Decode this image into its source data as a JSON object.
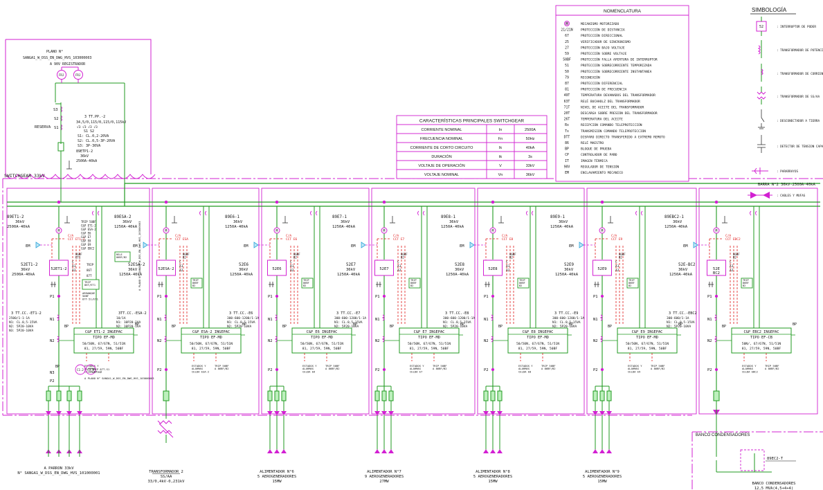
{
  "bus": {
    "switchgear_label": "SWITCHGEAR 33kV",
    "barra_label": "BARRA N°2 36kV-2500A-40kA"
  },
  "plano": {
    "title": "PLANO N°",
    "ref": "SANGA1_W_DSS_EN_DWG_HVS_103000003",
    "regs": "A 90V  REGISTRADOR",
    "meter1": "FRJ",
    "meter2": "FRJ",
    "s3": "S3",
    "s2": "S2",
    "s1": "S1",
    "reserva": "RESERVA",
    "tt_title": "3 TT.PP.-2",
    "tt_ratio": "34,5/0,115/0,115/0,115kV",
    "tt_sqrt": "√3   √3   √3   √3",
    "tt_s": "S1        S2",
    "tt_s1": "S1: CL.0,2-20VA",
    "tt_s2": "S2: CL.0,5-3P-20VA",
    "tt_s3": "S3: 3P-30VA",
    "sw_id": "89ETP1-2",
    "sw_v": "36kV",
    "sw_i": "2500A-40kA"
  },
  "characteristics": {
    "title": "CARACTERÍSTICAS PRINCIPALES SWITCHGEAR",
    "rows": [
      [
        "CORRIENTE NOMINAL",
        "In",
        "2500A"
      ],
      [
        "FRECUENCIA NOMINAL",
        "Fn",
        "50Hz"
      ],
      [
        "CORRIENTE DE CORTO CIRCUITO",
        "Ik",
        "40kA"
      ],
      [
        "DURACIÓN",
        "tk",
        "3s"
      ],
      [
        "VOLTAJE DE OPERACIÓN",
        "V",
        "33kV"
      ],
      [
        "VOLTAJE NOMINAL",
        "Vn",
        "36kV"
      ]
    ]
  },
  "nomenclature": {
    "title": "NOMENCLATURA",
    "rows": [
      [
        "M",
        "MECANISMO MOTORIZADO"
      ],
      [
        "21/21N",
        "PROTECCIÓN DE DISTANCIA"
      ],
      [
        "67",
        "PROTECCIÓN DIRECCIONAL"
      ],
      [
        "25",
        "VERIFICADOR DE SINCRONISMO"
      ],
      [
        "27",
        "PROTECCIÓN BAJO VOLTAJE"
      ],
      [
        "59",
        "PROTECCIÓN SOBRE VOLTAJE"
      ],
      [
        "50BF",
        "PROTECCIÓN FALLA APERTURA DE INTERRUPTOR"
      ],
      [
        "51",
        "PROTECCIÓN SOBRECORRIENTE TEMPORIZADA"
      ],
      [
        "50",
        "PROTECCIÓN SOBRECORRIENTE INSTANTANEA"
      ],
      [
        "79",
        "RECONEXIÓN"
      ],
      [
        "87",
        "PROTECCIÓN DIFERENCIAL"
      ],
      [
        "81",
        "PROTECCIÓN DE FRECUENCIA"
      ],
      [
        "49T",
        "TEMPERATURA DEVANADOS DEL TRANSFORMADOR"
      ],
      [
        "63T",
        "RELÉ BUCHHOLZ DEL TRANSFORMADOR"
      ],
      [
        "71T",
        "NIVEL DE ACEITE DEL TRANSFORMADOR"
      ],
      [
        "20T",
        "DESCARGA SOBRE PRESIÓN DEL TRANSFORMADOR"
      ],
      [
        "26T",
        "TEMPERATURA DEL ACEITE"
      ],
      [
        "Rx",
        "RECEPCIÓN COMANDO TELEPROTECCIÓN"
      ],
      [
        "Tx",
        "TRANSMISIÓN COMANDO TELEPROTECCIÓN"
      ],
      [
        "DTT",
        "DISPARO DIRECTO TRANSFERIDO A EXTREMO REMOTO"
      ],
      [
        "86",
        "RELÉ MAESTRO"
      ],
      [
        "BP",
        "BLOQUE DE PRUEBA"
      ],
      [
        "CP",
        "CONTROLADOR DE PAÑO"
      ],
      [
        "IT",
        "IMAGEN TÉRMICA"
      ],
      [
        "90V",
        "REGULADOR DE TENSIÓN"
      ],
      [
        "EM",
        "ENCLAVAMIENTO MECANICO"
      ]
    ]
  },
  "symbology": {
    "title": "SIMBOLOGÍA",
    "items": [
      {
        "sym": "52",
        "label": ": INTERRUPTOR DE PODER"
      },
      {
        "sym": "",
        "label": ": TRANSFORMADOR DE POTENCIAL"
      },
      {
        "sym": "",
        "label": ": TRANSFORMADOR DE CORRIENTE"
      },
      {
        "sym": "",
        "label": ": TRANSFORMADOR DE SS/AA"
      },
      {
        "sym": "",
        "label": ": DESCONECTADOR A TIERRA"
      },
      {
        "sym": "",
        "label": ": DETECTOR DE TENSION CAPACITIVA"
      },
      {
        "sym": "",
        "label": ": PARARRAYOS"
      },
      {
        "sym": "",
        "label": ": CABLES Y MUFAS"
      }
    ]
  },
  "cells": [
    {
      "sw_id": "89ET1-2",
      "sw_v": "36kV",
      "sw_i": "2500A-40kA",
      "cb_label": "52ET1-2",
      "cb_v": "36kV",
      "cb_i": "2500A-40kA",
      "cb_box": "52ET1-2",
      "ca": "C/A\nCCT ET1-2",
      "tt_title": "3 TT.CC.-ET1-2",
      "tt_ratio": "2500/1-1-1A",
      "tt_n1": "N1: CL.0,5-15VA",
      "tt_n2": "N2: 5P20-10VA",
      "tt_n3": "N3: 5P20-10VA",
      "relay_title": "C&P ET1-2 INGEPAC",
      "relay_type": "TIPO EF-MD",
      "relay_funcs1": "50/50N, 67/67N, 51/51N",
      "relay_funcs2": "81, 27/59, 59N, 50BF",
      "trip_labels": [
        "TRIP 50BF",
        "C&P ET1-2",
        "C&P ESA-2",
        "C&P E6",
        "C&P E7",
        "C&P E8",
        "C&P E9",
        "C&P EBC2"
      ],
      "rele_box": "RELE\n86BF/B2",
      "trip_mid": [
        "TRIP",
        "86T",
        "87T"
      ],
      "trip_box": "TRIP\n86T/ET1",
      "arranque": "ARRANQUE\n50BF\n87T-51/ET1",
      "extra_trip": "TRIP 87T-S1\n86T-S2",
      "estados": "ESTADOS Y\nALARMAS\nCELDA ET1-2",
      "plano_ref": "A PLANO N° SANGA1_W_DSS_EN_DWG_HVS_103000003",
      "plano_ref_vert": "A PLANO N° SANGA1_W_DSS_EN_DWG_HVS_103000003",
      "c1": "C1.2",
      "c2": "C3.2",
      "bottom1": "A PARRON 33kV",
      "bottom2": "N° SANGA1_W_DSS_EN_DWG_HVS_101000001",
      "bottom3": ""
    },
    {
      "sw_id": "89ESA-2",
      "sw_v": "36kV",
      "sw_i": "1250A-40kA",
      "cb_label": "52ESA-2",
      "cb_v": "36kV",
      "cb_i": "1250A-40kA",
      "cb_box": "52ESA-2",
      "ca": "C/A\nCCT ESA",
      "tt_title": "3TT.CC.-ESA-2",
      "tt_ratio": "10/1A",
      "tt_n1": "N1: 10P20-1VA",
      "tt_n2": "N2: 10P20-1VA",
      "tt_n3": "",
      "relay_title": "C&P ESA-2 INGEPAC",
      "relay_type": "TIPO EF-MD",
      "relay_funcs1": "50/50N, 67/67N, 51/51N",
      "relay_funcs2": "81, 27/59, 59N, 50BF",
      "trip_labels": [],
      "rele_box": "",
      "trip_mid": [],
      "trip_box": "TRIP\n86BF\nB2",
      "arranque": "",
      "extra_trip": "",
      "estados": "ESTADOS Y\nALARMAS\nCELDA ESA-2",
      "trip_50bf": "TRIP 50BF\nA 86BF/B2",
      "plano_ref": "",
      "plano_ref_vert": "",
      "c1": "",
      "c2": "",
      "bottom1": "TRANSFORMADOR 2",
      "bottom2": "SS/AA",
      "bottom3": "33/0,4kV-0,231kV"
    },
    {
      "sw_id": "89E6-1",
      "sw_v": "36kV",
      "sw_i": "1250A-40kA",
      "cb_label": "52E6",
      "cb_v": "36kV",
      "cb_i": "1250A-40kA",
      "cb_box": "52E6",
      "ca": "C/A\nCCT E6",
      "tt_title": "3 TT.CC.-E6",
      "tt_ratio": "300-600-1200/1-1A",
      "tt_n1": "N1: CL.0,5-15VA",
      "tt_n2": "N2: 5P20-10VA",
      "tt_n3": "",
      "relay_title": "C&P E6 INGEPAC",
      "relay_type": "TIPO EF-MD",
      "relay_funcs1": "50/50N, 67/67N, 51/51N",
      "relay_funcs2": "81, 27/59, 59N, 50BF",
      "trip_labels": [],
      "rele_box": "",
      "trip_mid": [],
      "trip_box": "TRIP\n86BF\nB2",
      "arranque": "",
      "extra_trip": "",
      "estados": "ESTADOS Y\nALARMAS\nCELDA E6",
      "trip_50bf": "TRIP 50BF\nA 86BF/B2",
      "plano_ref": "",
      "plano_ref_vert": "",
      "c1": "",
      "c2": "",
      "bottom1": "ALIMENTADOR N°6",
      "bottom2": "5 AEROGENERADORES",
      "bottom3": "15MW"
    },
    {
      "sw_id": "89E7-1",
      "sw_v": "36kV",
      "sw_i": "1250A-40kA",
      "cb_label": "52E7",
      "cb_v": "36kV",
      "cb_i": "1250A-40kA",
      "cb_box": "52E7",
      "ca": "C/A\nCCT E7",
      "tt_title": "3 TT.CC.-E7",
      "tt_ratio": "300-600-1200/1-1A",
      "tt_n1": "N1: CL.0,5-15VA",
      "tt_n2": "N2: 5P20-10VA",
      "tt_n3": "",
      "relay_title": "C&P E7 INGEPAC",
      "relay_type": "TIPO EF-MD",
      "relay_funcs1": "50/50N, 67/67N, 51/51N",
      "relay_funcs2": "81, 27/59, 59N, 50BF",
      "trip_labels": [],
      "rele_box": "",
      "trip_mid": [],
      "trip_box": "TRIP\n86BF\nB2",
      "arranque": "",
      "extra_trip": "",
      "estados": "ESTADOS Y\nALARMAS\nCELDA E7",
      "trip_50bf": "TRIP 50BF\nA 86BF/B2",
      "plano_ref": "",
      "plano_ref_vert": "",
      "c1": "",
      "c2": "",
      "bottom1": "ALIMENTADOR N°7",
      "bottom2": "9 AEROGENERADORES",
      "bottom3": "27MW"
    },
    {
      "sw_id": "89E8-1",
      "sw_v": "36kV",
      "sw_i": "1250A-40kA",
      "cb_label": "52E8",
      "cb_v": "36kV",
      "cb_i": "1250A-40kA",
      "cb_box": "52E8",
      "ca": "C/A\nCCT E8",
      "tt_title": "3 TT.CC.-E8",
      "tt_ratio": "300-600-1200/1-1A",
      "tt_n1": "N1: CL.0,5-15VA",
      "tt_n2": "N2: 5P20-10VA",
      "tt_n3": "",
      "relay_title": "C&P E8 INGEPAC",
      "relay_type": "TIPO EF-MD",
      "relay_funcs1": "50/50N, 67/67N, 51/51N",
      "relay_funcs2": "81, 27/59, 59N, 50BF",
      "trip_labels": [],
      "rele_box": "",
      "trip_mid": [],
      "trip_box": "TRIP\n86BF\nB2",
      "arranque": "",
      "extra_trip": "",
      "estados": "ESTADOS Y\nALARMAS\nCELDA E8",
      "trip_50bf": "TRIP 50BF\nA 86BF/B2",
      "plano_ref": "",
      "plano_ref_vert": "",
      "c1": "",
      "c2": "",
      "bottom1": "ALIMENTADOR N°8",
      "bottom2": "5 AEROGENERADORES",
      "bottom3": "15MW"
    },
    {
      "sw_id": "89E9-1",
      "sw_v": "36kV",
      "sw_i": "1250A-40kA",
      "cb_label": "52E9",
      "cb_v": "36kV",
      "cb_i": "1250A-40kA",
      "cb_box": "52E9",
      "ca": "C/A\nCCT E9",
      "tt_title": "3 TT.CC.-E9",
      "tt_ratio": "300-600-1200/1-1A",
      "tt_n1": "N1: CL.0,5-15VA",
      "tt_n2": "N2: 5P20-10VA",
      "tt_n3": "",
      "relay_title": "C&P E9 INGEPAC",
      "relay_type": "TIPO EF-MD",
      "relay_funcs1": "50/50N, 67/67N, 51/51N",
      "relay_funcs2": "81, 27/59, 59N, 50BF",
      "trip_labels": [],
      "rele_box": "",
      "trip_mid": [],
      "trip_box": "TRIP\n86BF\nB2",
      "arranque": "",
      "extra_trip": "",
      "estados": "ESTADOS Y\nALARMAS\nCELDA E9",
      "trip_50bf": "TRIP 50BF\nA 86BF/B2",
      "plano_ref": "",
      "plano_ref_vert": "",
      "c1": "",
      "c2": "",
      "bottom1": "ALIMENTADOR N°9",
      "bottom2": "5 AEROGENERADORES",
      "bottom3": "15MW"
    },
    {
      "sw_id": "89EBC2-1",
      "sw_v": "36kV",
      "sw_i": "1250A-40kA",
      "cb_label": "52E-BC2",
      "cb_v": "36kV",
      "cb_i": "1250A-40kA",
      "cb_box": "52E\nBC2",
      "ca": "C/A\nCCT EBC2",
      "tt_title": "3 TT.CC.-EBC2",
      "tt_ratio": "300-600/1-1A",
      "tt_n1": "N1: CL.0,5-15VA",
      "tt_n2": "N2: 5P20-10VA",
      "tt_n3": "",
      "relay_title": "C&P EBC2 INGEPAC",
      "relay_type": "TIPO EF-CB",
      "relay_funcs1": "50N/, 67/67N, 51/51N",
      "relay_funcs2": "81, 27/59, 59N, 50BF",
      "trip_labels": [],
      "rele_box": "",
      "trip_mid": [],
      "trip_box": "TRIP\n86BF\nB2",
      "arranque": "",
      "extra_trip": "",
      "estados": "ESTADOS Y\nALARMAS\nCELDA EBC2",
      "trip_50bf": "TRIP 50BF\nA 86BF/B2",
      "plano_ref": "",
      "plano_ref_vert": "",
      "c1": "",
      "c2": "",
      "bottom1": "",
      "bottom2": "",
      "bottom3": ""
    }
  ],
  "banco": {
    "frame_label": "BANCO CONDENSADORES",
    "sw_id": "89EC2-T",
    "bottom1": "BANCO CONDENSADORES",
    "bottom2": "12,5 MVA(4,5+4+4)"
  },
  "common": {
    "em": "EM",
    "p1": "P1",
    "n1": "N1",
    "n2": "N2",
    "n3": "N3",
    "p2": "P2",
    "bp": "BP",
    "m": "M",
    "a1": "A1",
    "a2": "A2",
    "c": "C",
    "bf86": "86BF\nB2",
    "bf86_top": "86BF\nET1"
  },
  "colors": {
    "pink": "#d21fd2",
    "green": "#1f9a1f",
    "red": "#e01818",
    "black": "#111111"
  }
}
